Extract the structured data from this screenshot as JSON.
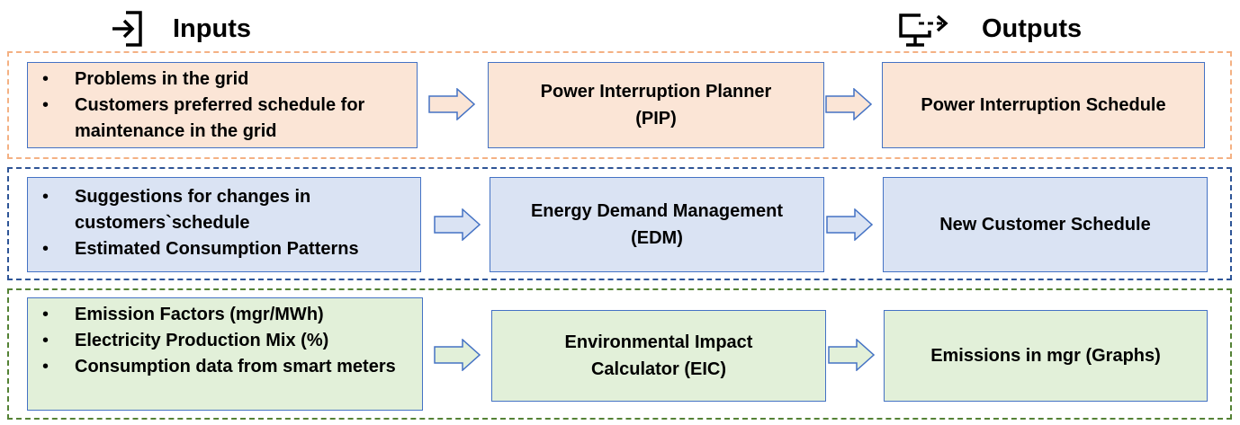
{
  "headers": {
    "inputs": "Inputs",
    "outputs": "Outputs"
  },
  "rows": [
    {
      "inputs": [
        "Problems in the grid",
        "Customers preferred schedule for maintenance in the grid"
      ],
      "process": [
        "Power Interruption Planner",
        "(PIP)"
      ],
      "output": "Power Interruption Schedule"
    },
    {
      "inputs": [
        "Suggestions for changes in customers`schedule",
        "Estimated Consumption Patterns"
      ],
      "process": [
        "Energy Demand Management",
        "(EDM)"
      ],
      "output": "New Customer Schedule"
    },
    {
      "inputs": [
        "Emission Factors (mgr/MWh)",
        "Electricity Production Mix (%)",
        "Consumption data from smart meters"
      ],
      "process": [
        "Environmental Impact",
        "Calculator (EIC)"
      ],
      "output": "Emissions in mgr (Graphs)"
    }
  ],
  "colors": {
    "row1_border": "#f4b183",
    "row1_fill": "#fbe5d6",
    "row2_border": "#2e5597",
    "row2_fill": "#dae3f3",
    "row3_border": "#548235",
    "row3_fill": "#e2f0d9",
    "box_outline": "#4472c4"
  }
}
